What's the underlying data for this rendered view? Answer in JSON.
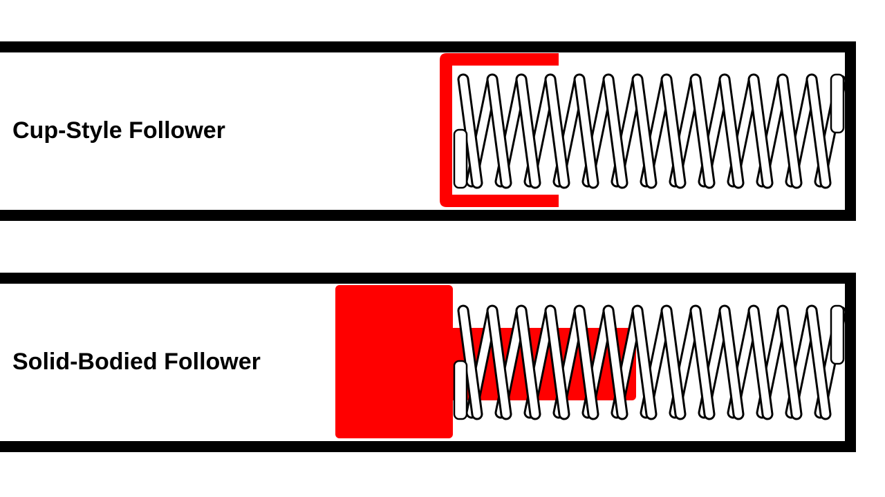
{
  "panels": [
    {
      "id": "cup",
      "label": "Cup-Style Follower",
      "follower": "cup"
    },
    {
      "id": "solid",
      "label": "Solid-Bodied Follower",
      "follower": "solid"
    }
  ],
  "colors": {
    "follower": "#ff0000",
    "tube": "#000000",
    "spring_outline": "#000000",
    "spring_fill": "#ffffff"
  },
  "icons": {
    "tube": "magazine-tube-outline",
    "spring": "coil-spring",
    "cup_follower": "cup-follower",
    "solid_follower": "solid-follower"
  }
}
